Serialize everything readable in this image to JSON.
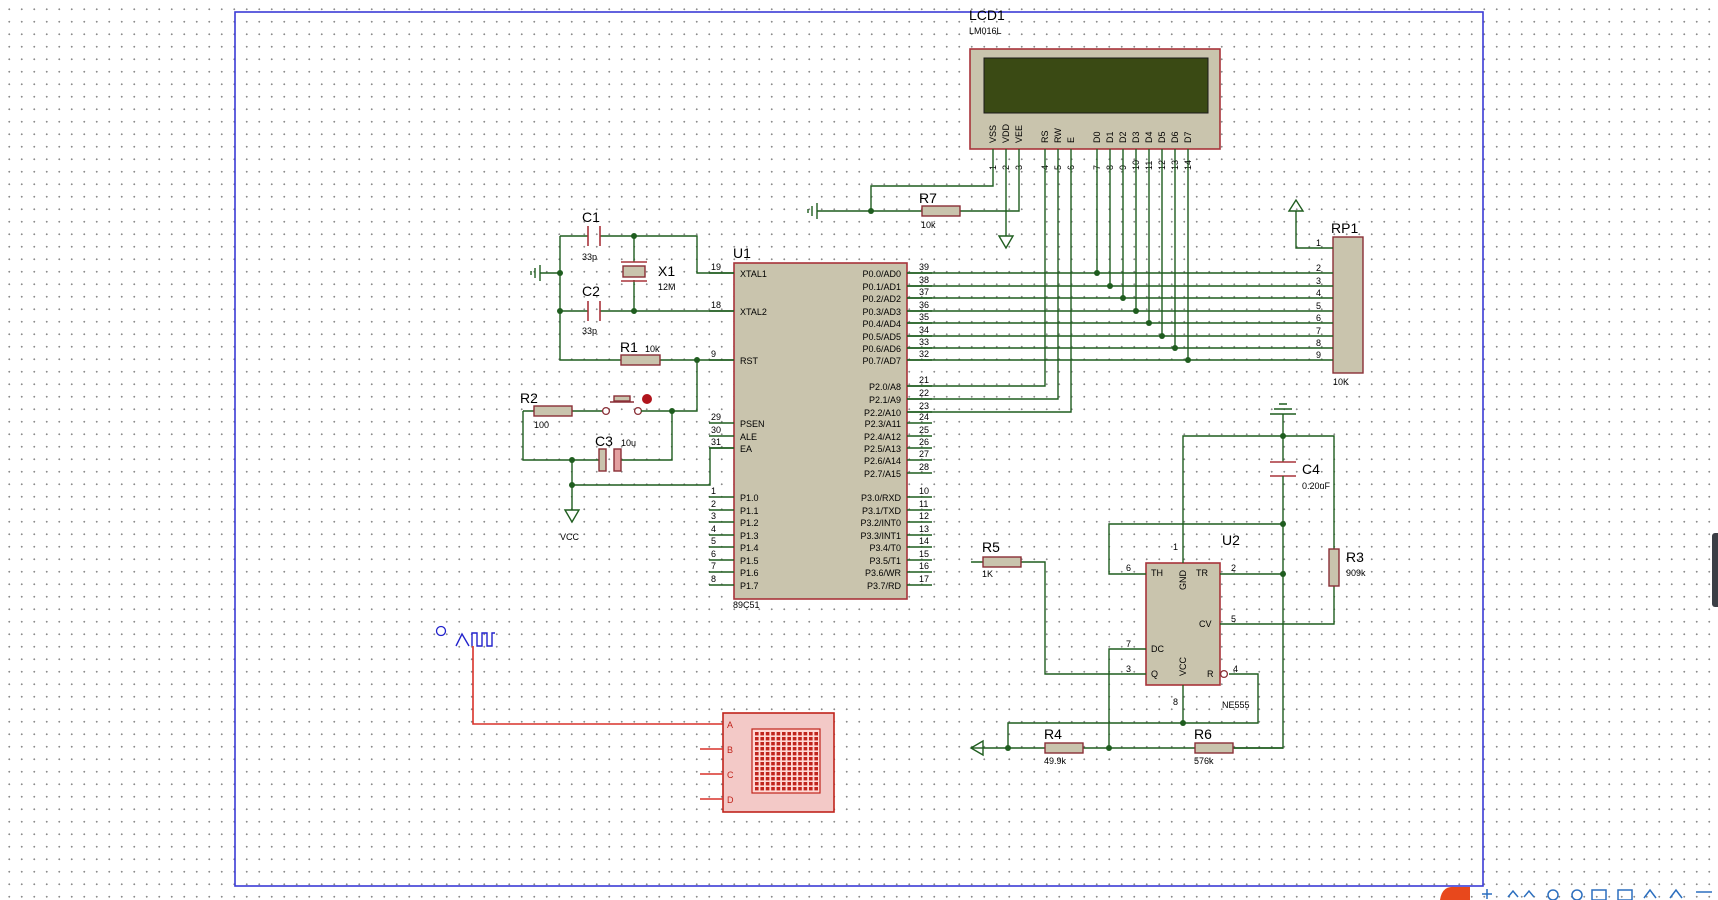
{
  "lcd": {
    "ref": "LCD1",
    "model": "LM016L",
    "colors": {
      "screen": "#3a4a14"
    },
    "pins": [
      {
        "label": "VSS",
        "num": "1"
      },
      {
        "label": "VDD",
        "num": "2"
      },
      {
        "label": "VEE",
        "num": "3"
      },
      {
        "label": "RS",
        "num": "4"
      },
      {
        "label": "RW",
        "num": "5"
      },
      {
        "label": "E",
        "num": "6"
      },
      {
        "label": "D0",
        "num": "7"
      },
      {
        "label": "D1",
        "num": "8"
      },
      {
        "label": "D2",
        "num": "9"
      },
      {
        "label": "D3",
        "num": "10"
      },
      {
        "label": "D4",
        "num": "11"
      },
      {
        "label": "D5",
        "num": "12"
      },
      {
        "label": "D6",
        "num": "13"
      },
      {
        "label": "D7",
        "num": "14"
      }
    ]
  },
  "mcu": {
    "ref": "U1",
    "model": "89C51",
    "left_pins": [
      {
        "label": "XTAL1",
        "num": "19"
      },
      {
        "label": "XTAL2",
        "num": "18"
      },
      {
        "label": "RST",
        "num": "9"
      },
      {
        "label": "PSEN",
        "num": "29"
      },
      {
        "label": "ALE",
        "num": "30"
      },
      {
        "label": "EA",
        "num": "31"
      },
      {
        "label": "P1.0",
        "num": "1"
      },
      {
        "label": "P1.1",
        "num": "2"
      },
      {
        "label": "P1.2",
        "num": "3"
      },
      {
        "label": "P1.3",
        "num": "4"
      },
      {
        "label": "P1.4",
        "num": "5"
      },
      {
        "label": "P1.5",
        "num": "6"
      },
      {
        "label": "P1.6",
        "num": "7"
      },
      {
        "label": "P1.7",
        "num": "8"
      }
    ],
    "right_pins": [
      {
        "label": "P0.0/AD0",
        "num": "39"
      },
      {
        "label": "P0.1/AD1",
        "num": "38"
      },
      {
        "label": "P0.2/AD2",
        "num": "37"
      },
      {
        "label": "P0.3/AD3",
        "num": "36"
      },
      {
        "label": "P0.4/AD4",
        "num": "35"
      },
      {
        "label": "P0.5/AD5",
        "num": "34"
      },
      {
        "label": "P0.6/AD6",
        "num": "33"
      },
      {
        "label": "P0.7/AD7",
        "num": "32"
      },
      {
        "label": "P2.0/A8",
        "num": "21"
      },
      {
        "label": "P2.1/A9",
        "num": "22"
      },
      {
        "label": "P2.2/A10",
        "num": "23"
      },
      {
        "label": "P2.3/A11",
        "num": "24"
      },
      {
        "label": "P2.4/A12",
        "num": "25"
      },
      {
        "label": "P2.5/A13",
        "num": "26"
      },
      {
        "label": "P2.6/A14",
        "num": "27"
      },
      {
        "label": "P2.7/A15",
        "num": "28"
      },
      {
        "label": "P3.0/RXD",
        "num": "10"
      },
      {
        "label": "P3.1/TXD",
        "num": "11"
      },
      {
        "label": "P3.2/INT0",
        "num": "12"
      },
      {
        "label": "P3.3/INT1",
        "num": "13"
      },
      {
        "label": "P3.4/T0",
        "num": "14"
      },
      {
        "label": "P3.5/T1",
        "num": "15"
      },
      {
        "label": "P3.6/WR",
        "num": "16"
      },
      {
        "label": "P3.7/RD",
        "num": "17"
      }
    ]
  },
  "timer": {
    "ref": "U2",
    "model": "NE555",
    "pins": {
      "th": {
        "label": "TH",
        "num": "6"
      },
      "gnd": {
        "label": "GND",
        "num": "1"
      },
      "tr": {
        "label": "TR",
        "num": "2"
      },
      "cv": {
        "label": "CV",
        "num": "5"
      },
      "dc": {
        "label": "DC",
        "num": "7"
      },
      "q": {
        "label": "Q",
        "num": "3"
      },
      "vcc": {
        "label": "VCC",
        "num": "8"
      },
      "r": {
        "label": "R",
        "num": "4"
      }
    }
  },
  "rpack": {
    "ref": "RP1",
    "value": "10K",
    "pins": [
      "1",
      "2",
      "3",
      "4",
      "5",
      "6",
      "7",
      "8",
      "9"
    ]
  },
  "components": {
    "c1": {
      "ref": "C1",
      "value": "33p"
    },
    "c2": {
      "ref": "C2",
      "value": "33p"
    },
    "c3": {
      "ref": "C3",
      "value": "10u"
    },
    "c4": {
      "ref": "C4",
      "value": "0.20uF"
    },
    "x1": {
      "ref": "X1",
      "value": "12M"
    },
    "r1": {
      "ref": "R1",
      "value": "10k"
    },
    "r2": {
      "ref": "R2",
      "value": "100"
    },
    "r3": {
      "ref": "R3",
      "value": "909k"
    },
    "r4": {
      "ref": "R4",
      "value": "49.9k"
    },
    "r5": {
      "ref": "R5",
      "value": "1K"
    },
    "r6": {
      "ref": "R6",
      "value": "576k"
    },
    "r7": {
      "ref": "R7",
      "value": "10k"
    }
  },
  "power": {
    "vcc_label": "VCC"
  },
  "counter": {
    "pins": [
      "A",
      "B",
      "C",
      "D"
    ],
    "colors": {
      "grid": "#c0241c"
    }
  },
  "colors": {
    "wire": "#1f5d1f",
    "frame": "#3b3bd6",
    "component_fill": "#c9c4ad",
    "component_outline": "#a8333a",
    "signal_wire": "#d9322a"
  }
}
